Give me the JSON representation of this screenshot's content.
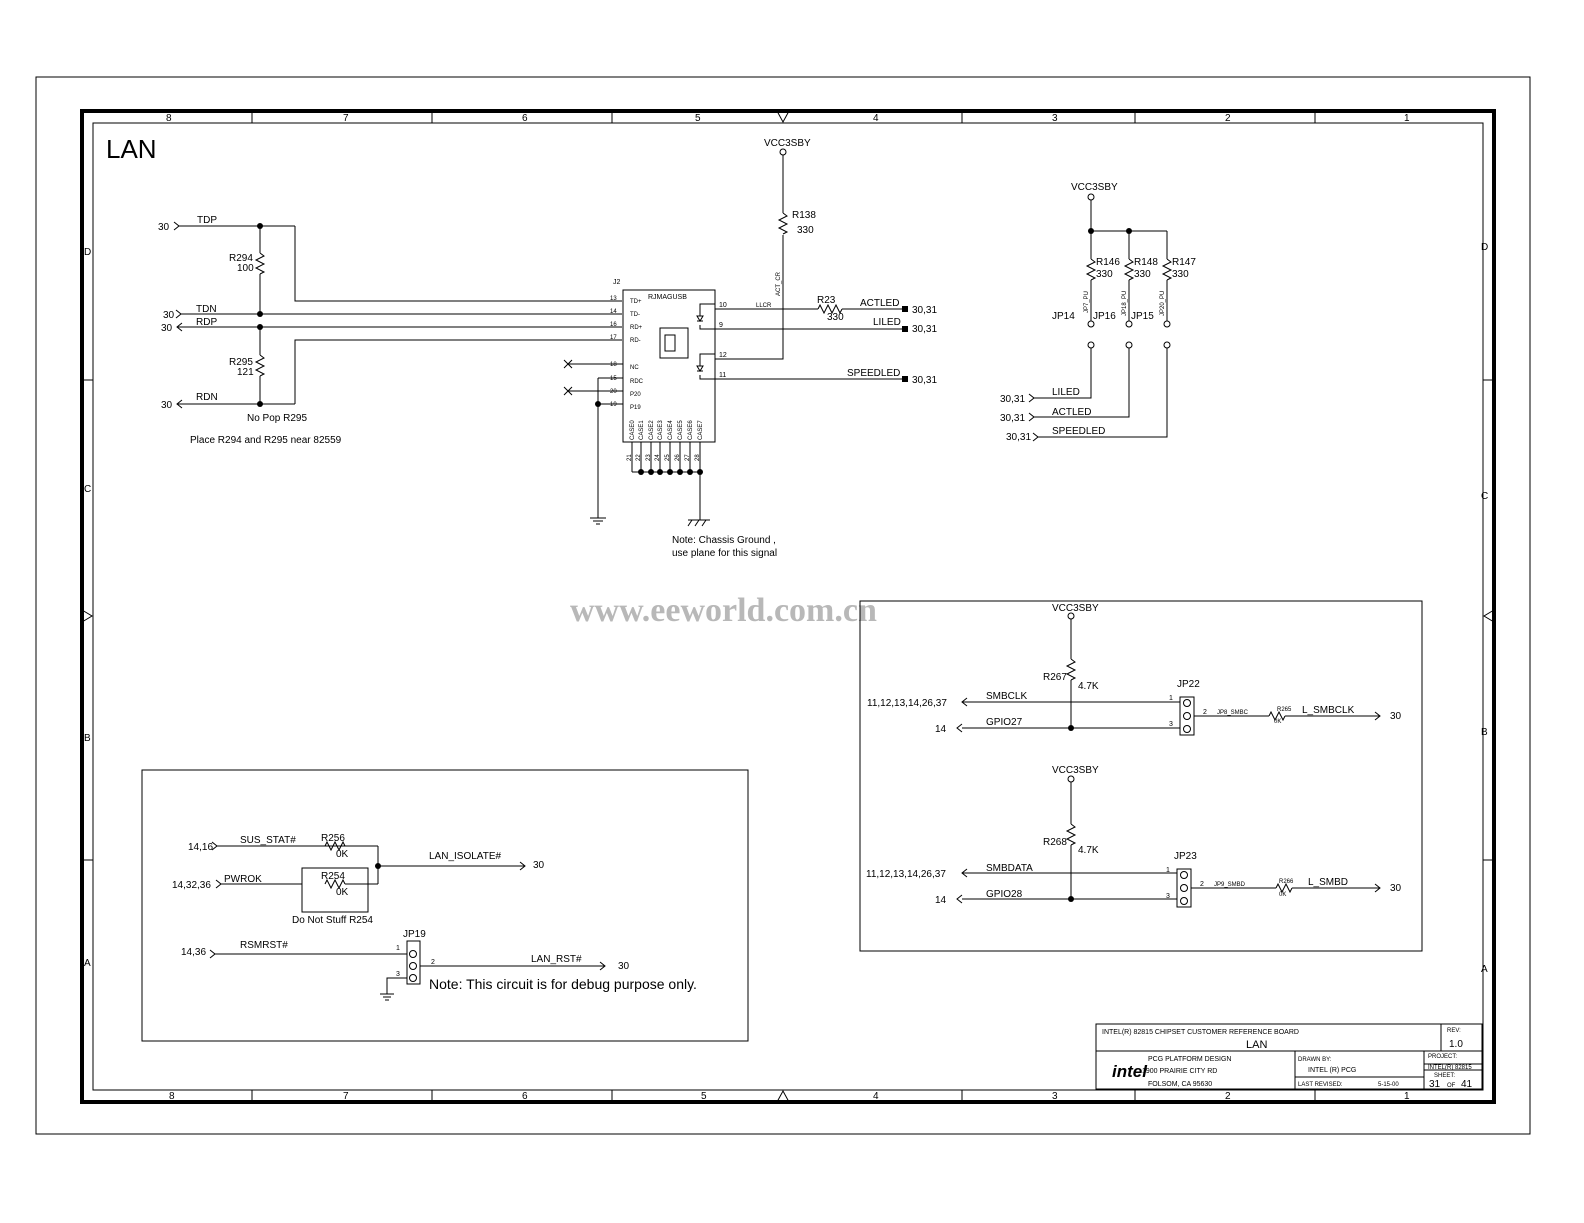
{
  "title": "LAN",
  "watermark": "www.eeworld.com.cn",
  "border": {
    "cols": [
      "8",
      "7",
      "6",
      "5",
      "4",
      "3",
      "2",
      "1"
    ],
    "rows": [
      "D",
      "C",
      "B",
      "A"
    ]
  },
  "lan_interface": {
    "nets": {
      "tdp": "TDP",
      "tdn": "TDN",
      "rdp": "RDP",
      "rdn": "RDN",
      "actled": "ACTLED",
      "liled": "LILED",
      "speedled": "SPEEDLED",
      "llcr": "LLCR",
      "act_cr": "ACT_CR"
    },
    "refs": {
      "tdp": "30",
      "tdn": "30",
      "rdp": "30",
      "rdn": "30",
      "act": "30,31",
      "li": "30,31",
      "speed": "30,31"
    },
    "r294": {
      "ref": "R294",
      "value": "100"
    },
    "r295": {
      "ref": "R295",
      "value": "121"
    },
    "r138": {
      "ref": "R138",
      "value": "330"
    },
    "r23": {
      "ref": "R23",
      "value": "330"
    },
    "vcc": "VCC3SBY",
    "no_pop": "No Pop R295",
    "place_note": "Place R294 and R295 near 82559",
    "chassis_note_1": "Note: Chassis Ground ,",
    "chassis_note_2": "use plane for this signal",
    "connector": {
      "ref": "J2",
      "name": "RJMAGUSB",
      "left_pins": [
        {
          "num": "13",
          "name": "TD+"
        },
        {
          "num": "14",
          "name": "TD-"
        },
        {
          "num": "16",
          "name": "RD+"
        },
        {
          "num": "17",
          "name": "RD-"
        },
        {
          "num": "18",
          "name": "NC"
        },
        {
          "num": "15",
          "name": "RDC"
        },
        {
          "num": "20",
          "name": "P20"
        },
        {
          "num": "19",
          "name": "P19"
        }
      ],
      "right_pins": [
        {
          "num": "10"
        },
        {
          "num": "9"
        },
        {
          "num": "12"
        },
        {
          "num": "11"
        }
      ],
      "case_pins": [
        {
          "num": "21",
          "name": "CASE0"
        },
        {
          "num": "22",
          "name": "CASE1"
        },
        {
          "num": "23",
          "name": "CASE2"
        },
        {
          "num": "24",
          "name": "CASE3"
        },
        {
          "num": "25",
          "name": "CASE4"
        },
        {
          "num": "26",
          "name": "CASE5"
        },
        {
          "num": "27",
          "name": "CASE6"
        },
        {
          "num": "28",
          "name": "CASE7"
        }
      ]
    }
  },
  "led_jumpers": {
    "vcc": "VCC3SBY",
    "resistors": [
      {
        "ref": "R146",
        "value": "330",
        "net": "JP7_PU"
      },
      {
        "ref": "R148",
        "value": "330",
        "net": "JP18_PU"
      },
      {
        "ref": "R147",
        "value": "330",
        "net": "JP20_PU"
      }
    ],
    "jumpers": [
      "JP14",
      "JP16",
      "JP15"
    ],
    "nets": [
      {
        "ref": "30,31",
        "name": "LILED"
      },
      {
        "ref": "30,31",
        "name": "ACTLED"
      },
      {
        "ref": "30,31",
        "name": "SPEEDLED"
      }
    ]
  },
  "smbus": {
    "top": {
      "vcc": "VCC3SBY",
      "r_ref": "R267",
      "r_value": "4.7K",
      "in_ref": "11,12,13,14,26,37",
      "in_net": "SMBCLK",
      "gpio_ref": "14",
      "gpio_net": "GPIO27",
      "jumper": "JP22",
      "jp_net": "JP8_SMBC",
      "ser_ref": "R265",
      "ser_value": "0K",
      "out_net": "L_SMBCLK",
      "out_ref": "30",
      "pins": [
        "1",
        "2",
        "3"
      ]
    },
    "bottom": {
      "vcc": "VCC3SBY",
      "r_ref": "R268",
      "r_value": "4.7K",
      "in_ref": "11,12,13,14,26,37",
      "in_net": "SMBDATA",
      "gpio_ref": "14",
      "gpio_net": "GPIO28",
      "jumper": "JP23",
      "jp_net": "JP9_SMBD",
      "ser_ref": "R266",
      "ser_value": "0K",
      "out_net": "L_SMBD",
      "out_ref": "30",
      "pins": [
        "1",
        "2",
        "3"
      ]
    }
  },
  "isolate": {
    "sus_ref": "14,16",
    "sus_net": "SUS_STAT#",
    "r256_ref": "R256",
    "r256_value": "0K",
    "pwrok_ref": "14,32,36",
    "pwrok_net": "PWROK",
    "r254_ref": "R254",
    "r254_value": "0K",
    "dns_note": "Do Not Stuff R254",
    "out_net": "LAN_ISOLATE#",
    "out_ref": "30",
    "rsm_ref": "14,36",
    "rsm_net": "RSMRST#",
    "jumper": "JP19",
    "rst_net": "LAN_RST#",
    "rst_ref": "30",
    "pins": [
      "1",
      "2",
      "3"
    ],
    "debug_note": "Note: This circuit is for debug purpose only."
  },
  "title_block": {
    "board": "INTEL(R) 82815 CHIPSET CUSTOMER REFERENCE BOARD",
    "sheet_title": "LAN",
    "rev_label": "REV:",
    "rev": "1.0",
    "logo": "intel",
    "company_1": "PCG PLATFORM DESIGN",
    "company_2": "1900 PRAIRIE CITY RD",
    "company_3": "FOLSOM, CA 95630",
    "drawn_by_label": "DRAWN BY:",
    "drawn_by": "INTEL (R) PCG",
    "last_revised_label": "LAST REVISED:",
    "last_revised": "5-15-00",
    "project_label": "PROJECT:",
    "project": "INTEL(R) 82815",
    "sheet_label": "SHEET:",
    "sheet": "31",
    "of_label": "OF",
    "total_sheets": "41"
  }
}
